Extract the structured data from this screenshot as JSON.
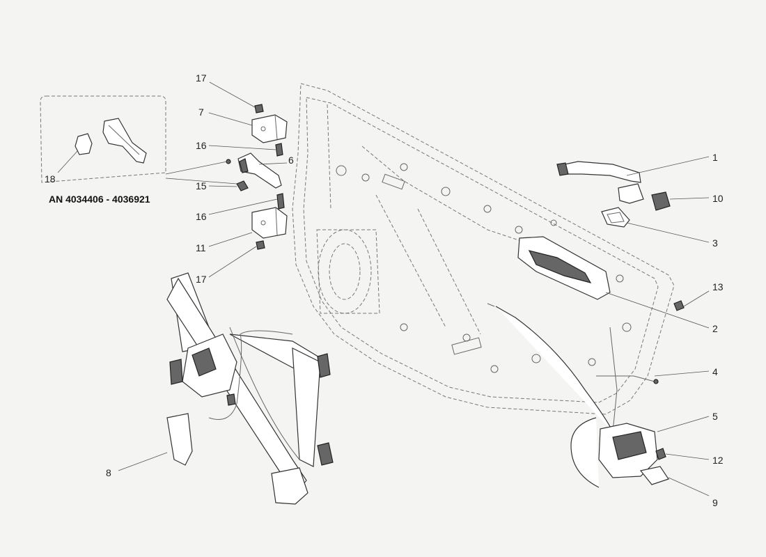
{
  "diagram": {
    "range_label": "AN 4034406 - 4036921",
    "callouts": {
      "c1": "1",
      "c2": "2",
      "c3": "3",
      "c4": "4",
      "c5": "5",
      "c6": "6",
      "c7": "7",
      "c8": "8",
      "c9": "9",
      "c10": "10",
      "c11": "11",
      "c12": "12",
      "c13": "13",
      "c15": "15",
      "c16a": "16",
      "c16b": "16",
      "c17a": "17",
      "c17b": "17",
      "c18": "18"
    }
  }
}
